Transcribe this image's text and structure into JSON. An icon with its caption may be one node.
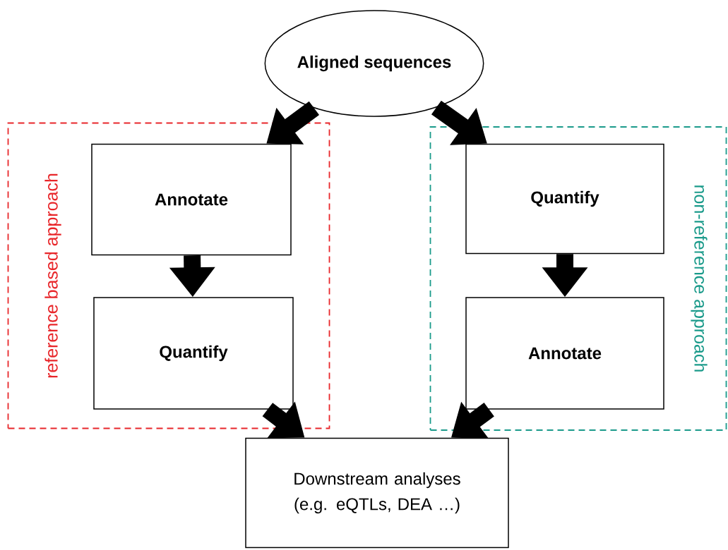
{
  "diagram": {
    "nodes": [
      {
        "text": [
          "Aligned sequences"
        ]
      },
      {
        "text": [
          "reference based approach"
        ]
      },
      {
        "text": [
          "Annotate"
        ],
        "in": 1
      },
      {
        "text": [
          "Quantify"
        ],
        "in": 1
      },
      {
        "text": [
          "non-reference approach"
        ]
      },
      {
        "text": [
          "Quantify"
        ],
        "in": 4
      },
      {
        "text": [
          "Annotate"
        ],
        "in": 4
      },
      {
        "text": [
          "Downstream analyses (e.g. eQTLs, DEA …)"
        ]
      }
    ],
    "edges": [
      {
        "from": 0,
        "to": 2,
        "arrow": "to"
      },
      {
        "from": 0,
        "to": 5,
        "arrow": "to"
      },
      {
        "from": 2,
        "to": 3,
        "arrow": "to"
      },
      {
        "from": 5,
        "to": 6,
        "arrow": "to"
      },
      {
        "from": 3,
        "to": 7,
        "arrow": "to"
      },
      {
        "from": 6,
        "to": 7,
        "arrow": "to"
      }
    ]
  }
}
